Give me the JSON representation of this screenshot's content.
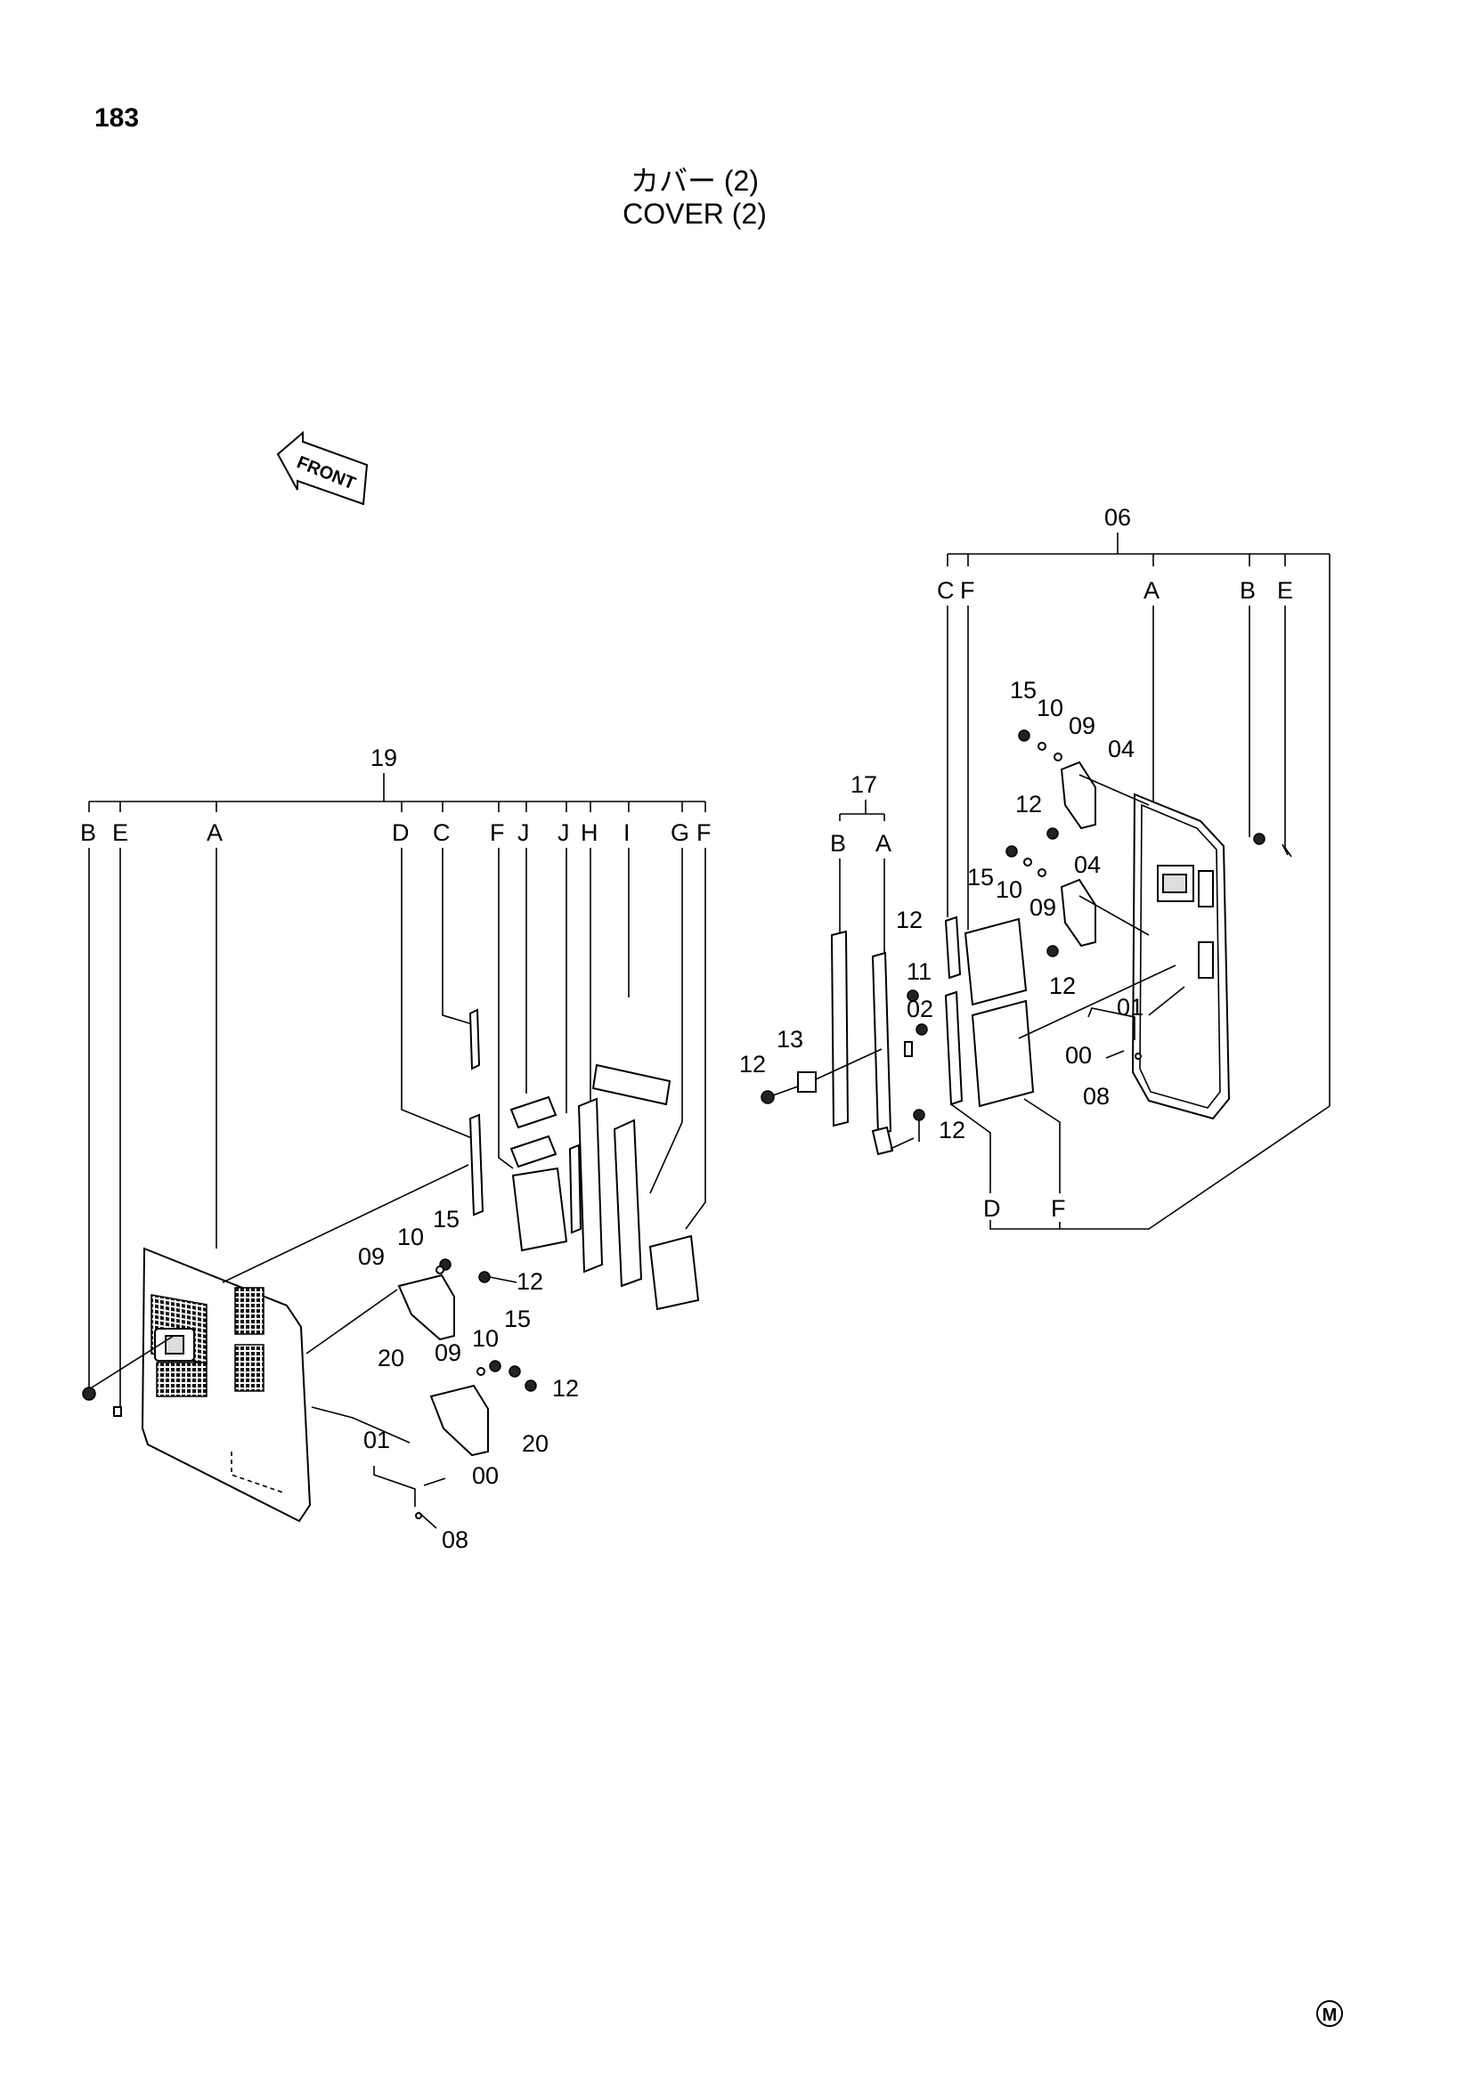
{
  "page_number": "183",
  "title_jp": "カバー (2)",
  "title_en": "COVER (2)",
  "front_label": "FRONT",
  "corner_mark": "M",
  "assemblies": {
    "left": {
      "number": "19",
      "letters": [
        "B",
        "E",
        "A",
        "D",
        "C",
        "F",
        "J",
        "J",
        "H",
        "I",
        "G",
        "F"
      ]
    },
    "middle": {
      "number": "17",
      "letters": [
        "B",
        "A"
      ]
    },
    "right": {
      "number": "06",
      "top_letters": [
        "C",
        "F",
        "A",
        "B",
        "E"
      ],
      "bottom_letters": [
        "D",
        "F"
      ]
    }
  },
  "callouts": {
    "left": [
      "15",
      "10",
      "09",
      "12",
      "15",
      "10",
      "20",
      "09",
      "12",
      "20",
      "01",
      "00",
      "08"
    ],
    "middle": [
      "12",
      "11",
      "02",
      "13",
      "12",
      "12"
    ],
    "right": [
      "15",
      "10",
      "09",
      "04",
      "12",
      "15",
      "10",
      "09",
      "04",
      "12",
      "01",
      "00",
      "08"
    ]
  }
}
